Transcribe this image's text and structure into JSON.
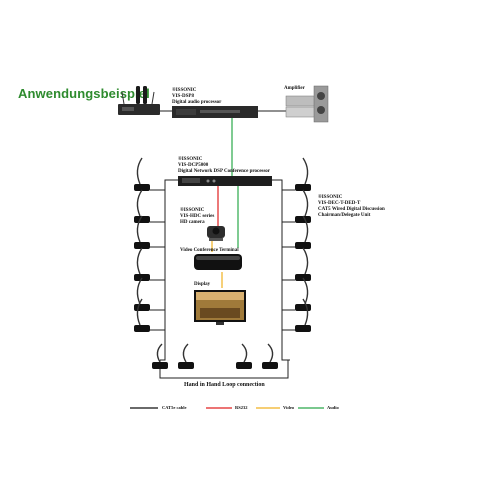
{
  "heading": "Anwendungsbeispiel",
  "labels": {
    "dsp": {
      "line1": "®ISSONIC",
      "line2": "VIS-DSP8",
      "line3": "Digital audio processor"
    },
    "amplifier": {
      "line1": "Amplifier"
    },
    "conference_processor": {
      "line1": "®ISSONIC",
      "line2": "VIS-DCP5000",
      "line3": "Digital Network DSP Conference processor"
    },
    "camera": {
      "line1": "®ISSONIC",
      "line2": "VIS-HDC series",
      "line3": "HD camera"
    },
    "wired_unit": {
      "line1": "®ISSONIC",
      "line2": "VIS-DEC-T-DED-T",
      "line3": "CAT5 Wired Digital Discussion",
      "line4": "Chairman/Delegate Unit"
    },
    "video_terminal": {
      "line1": "Video Conference Terminal"
    },
    "display": {
      "line1": "Display"
    },
    "loop": {
      "line1": "Hand in Hand Loop connection"
    }
  },
  "legend": [
    {
      "label": "CAT5e cable",
      "color": "#111111"
    },
    {
      "label": "RS232",
      "color": "#e02020"
    },
    {
      "label": "Video",
      "color": "#f0b020"
    },
    {
      "label": "Audio",
      "color": "#2aa84a"
    }
  ]
}
